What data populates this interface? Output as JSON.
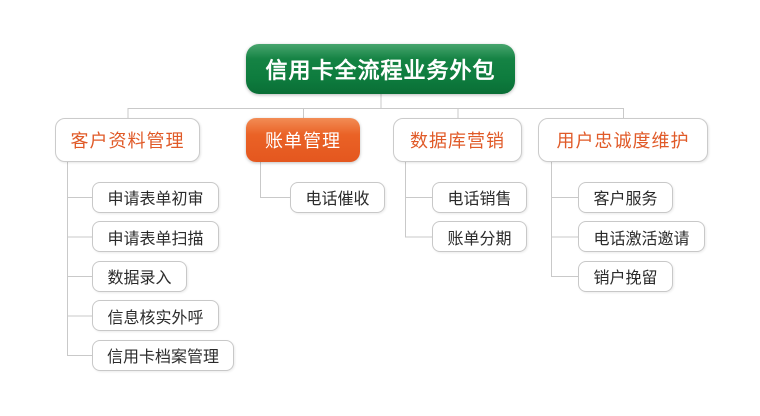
{
  "mindmap": {
    "root": {
      "label": "信用卡全流程业务外包"
    },
    "branches": [
      {
        "label": "客户资料管理",
        "emphasis": false,
        "children": [
          {
            "label": "申请表单初审"
          },
          {
            "label": "申请表单扫描"
          },
          {
            "label": "数据录入"
          },
          {
            "label": "信息核实外呼"
          },
          {
            "label": "信用卡档案管理"
          }
        ]
      },
      {
        "label": "账单管理",
        "emphasis": true,
        "children": [
          {
            "label": "电话催收"
          }
        ]
      },
      {
        "label": "数据库营销",
        "emphasis": false,
        "children": [
          {
            "label": "电话销售"
          },
          {
            "label": "账单分期"
          }
        ]
      },
      {
        "label": "用户忠诚度维护",
        "emphasis": false,
        "children": [
          {
            "label": "客户服务"
          },
          {
            "label": "电话激活邀请"
          },
          {
            "label": "销户挽留"
          }
        ]
      }
    ]
  },
  "colors": {
    "background": "#ffffff",
    "root_fill_green": "#0e7c3e",
    "root_fill_green_light": "#48a56e",
    "accent_orange": "#e4571f",
    "accent_orange_light": "#f28c55",
    "branch_text_orange": "#e05a28",
    "connector_line": "#c9c9c9",
    "child_border": "#c8c8c8",
    "child_text": "#2b2b2b"
  }
}
